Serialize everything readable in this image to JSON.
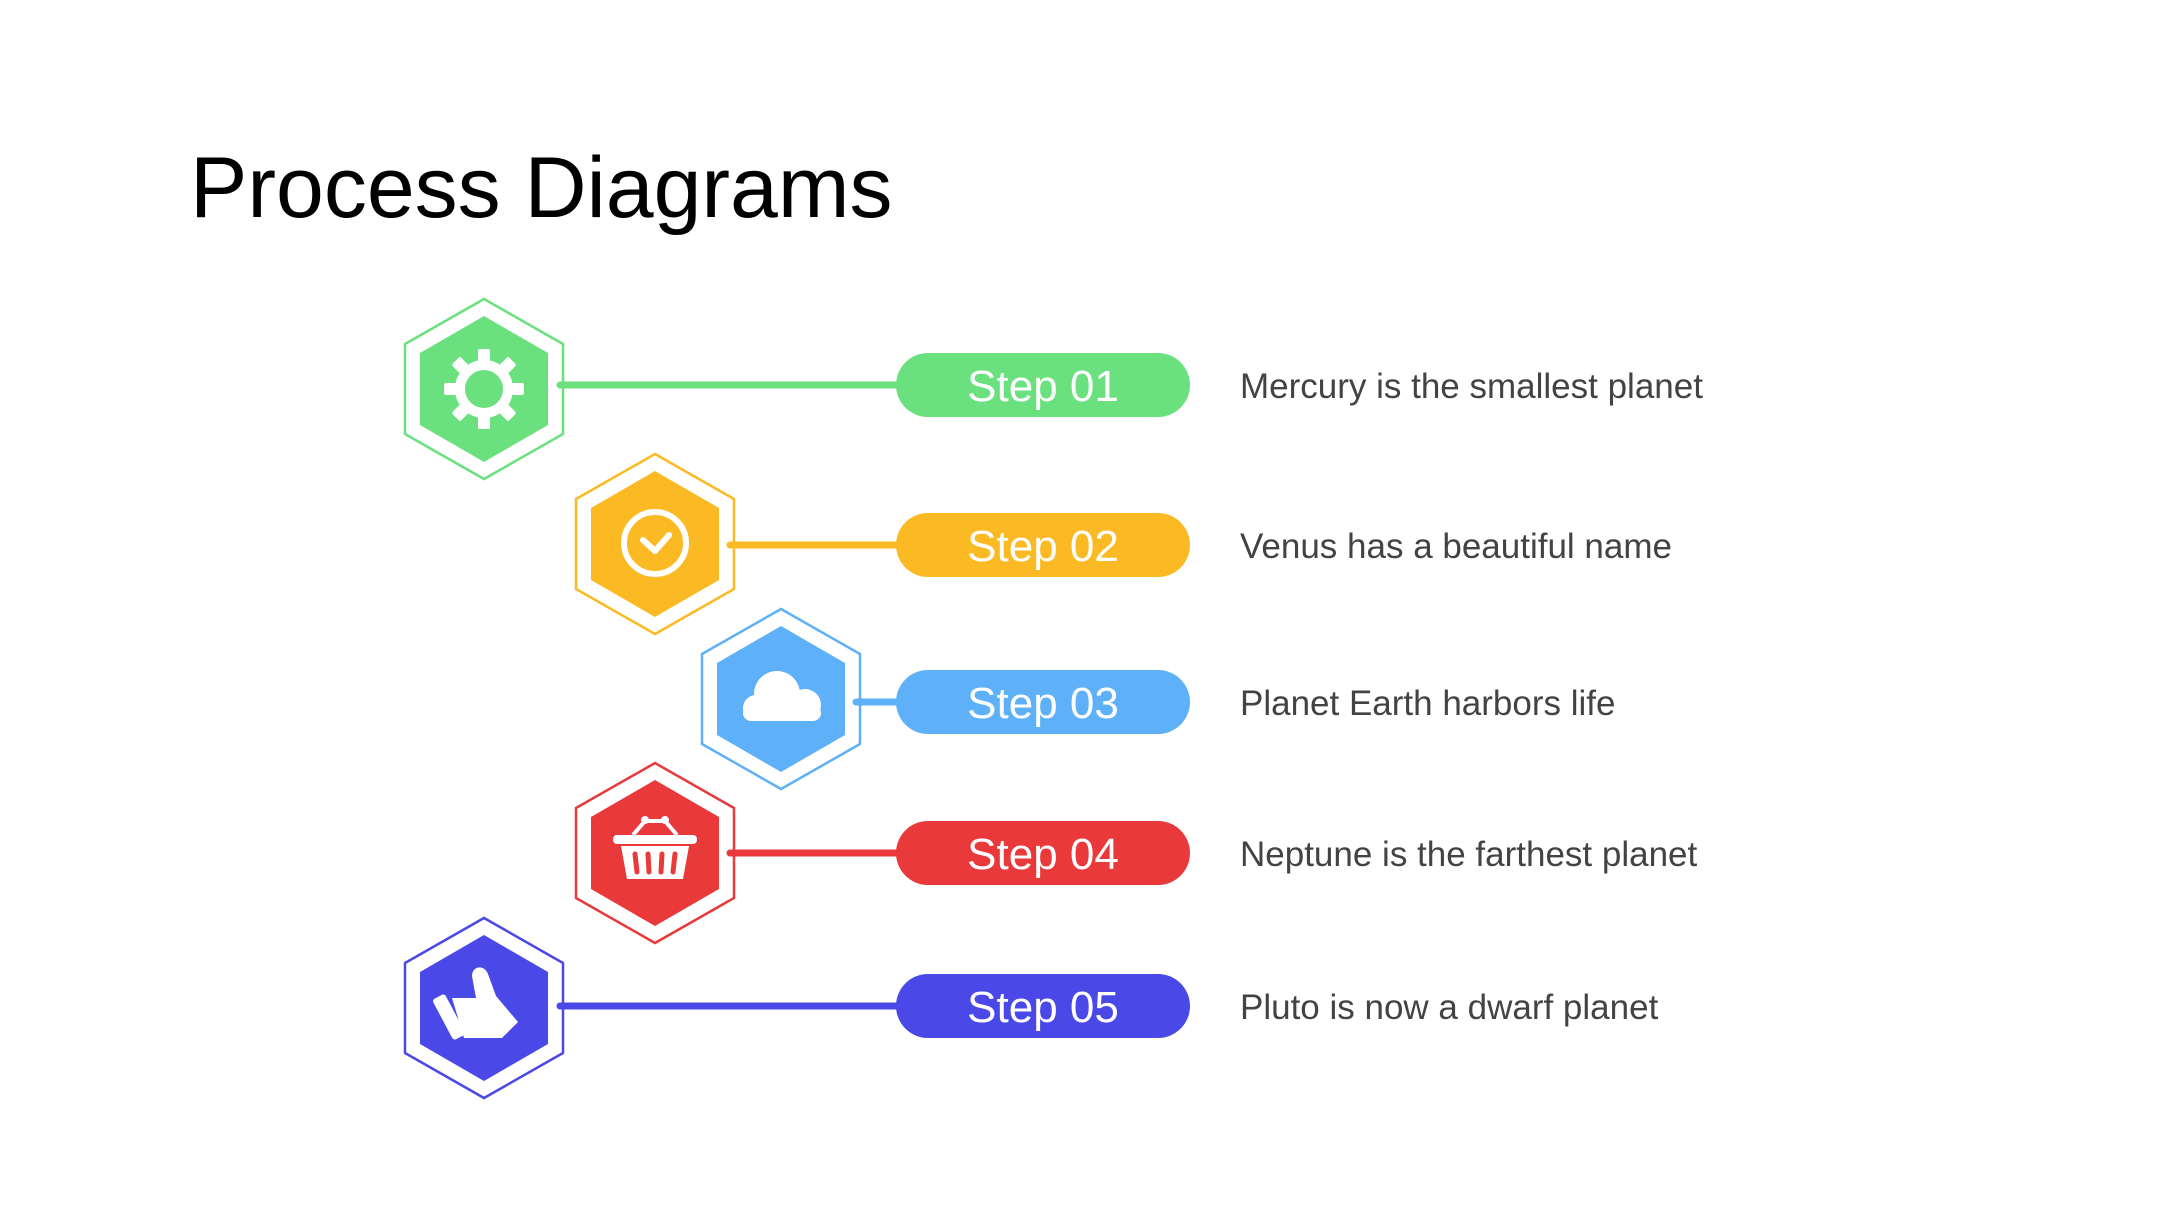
{
  "slide": {
    "title": "Process Diagrams"
  },
  "steps": [
    {
      "label": "Step 01",
      "description": "Mercury is the smallest planet",
      "icon": "gear-icon",
      "color": "#6BE07E"
    },
    {
      "label": "Step 02",
      "description": "Venus has a beautiful name",
      "icon": "clock-icon",
      "color": "#FBBA24"
    },
    {
      "label": "Step 03",
      "description": "Planet Earth harbors life",
      "icon": "cloud-icon",
      "color": "#5EB1F8"
    },
    {
      "label": "Step 04",
      "description": "Neptune is the farthest planet",
      "icon": "basket-icon",
      "color": "#E9393B"
    },
    {
      "label": "Step 05",
      "description": "Pluto is now a dwarf planet",
      "icon": "thumbs-up-icon",
      "color": "#4B48E8"
    }
  ]
}
